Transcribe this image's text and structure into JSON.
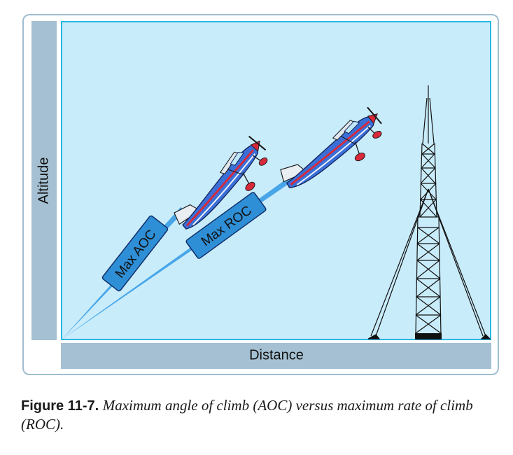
{
  "diagram": {
    "y_axis_label": "Altitude",
    "x_axis_label": "Distance",
    "aoc_label": "Max AOC",
    "roc_label": "Max ROC",
    "colors": {
      "sky": "#c9ecfb",
      "sky_border": "#29b7e8",
      "axis_bar": "#a5c0d2",
      "label_box": "#2f8fd6",
      "airplane_body": "#3b6fd8",
      "airplane_stripe": "#d8293a"
    }
  },
  "caption": {
    "figure_number": "Figure 11-7.",
    "text": "Maximum angle of climb (AOC) versus maximum rate of climb (ROC)."
  }
}
